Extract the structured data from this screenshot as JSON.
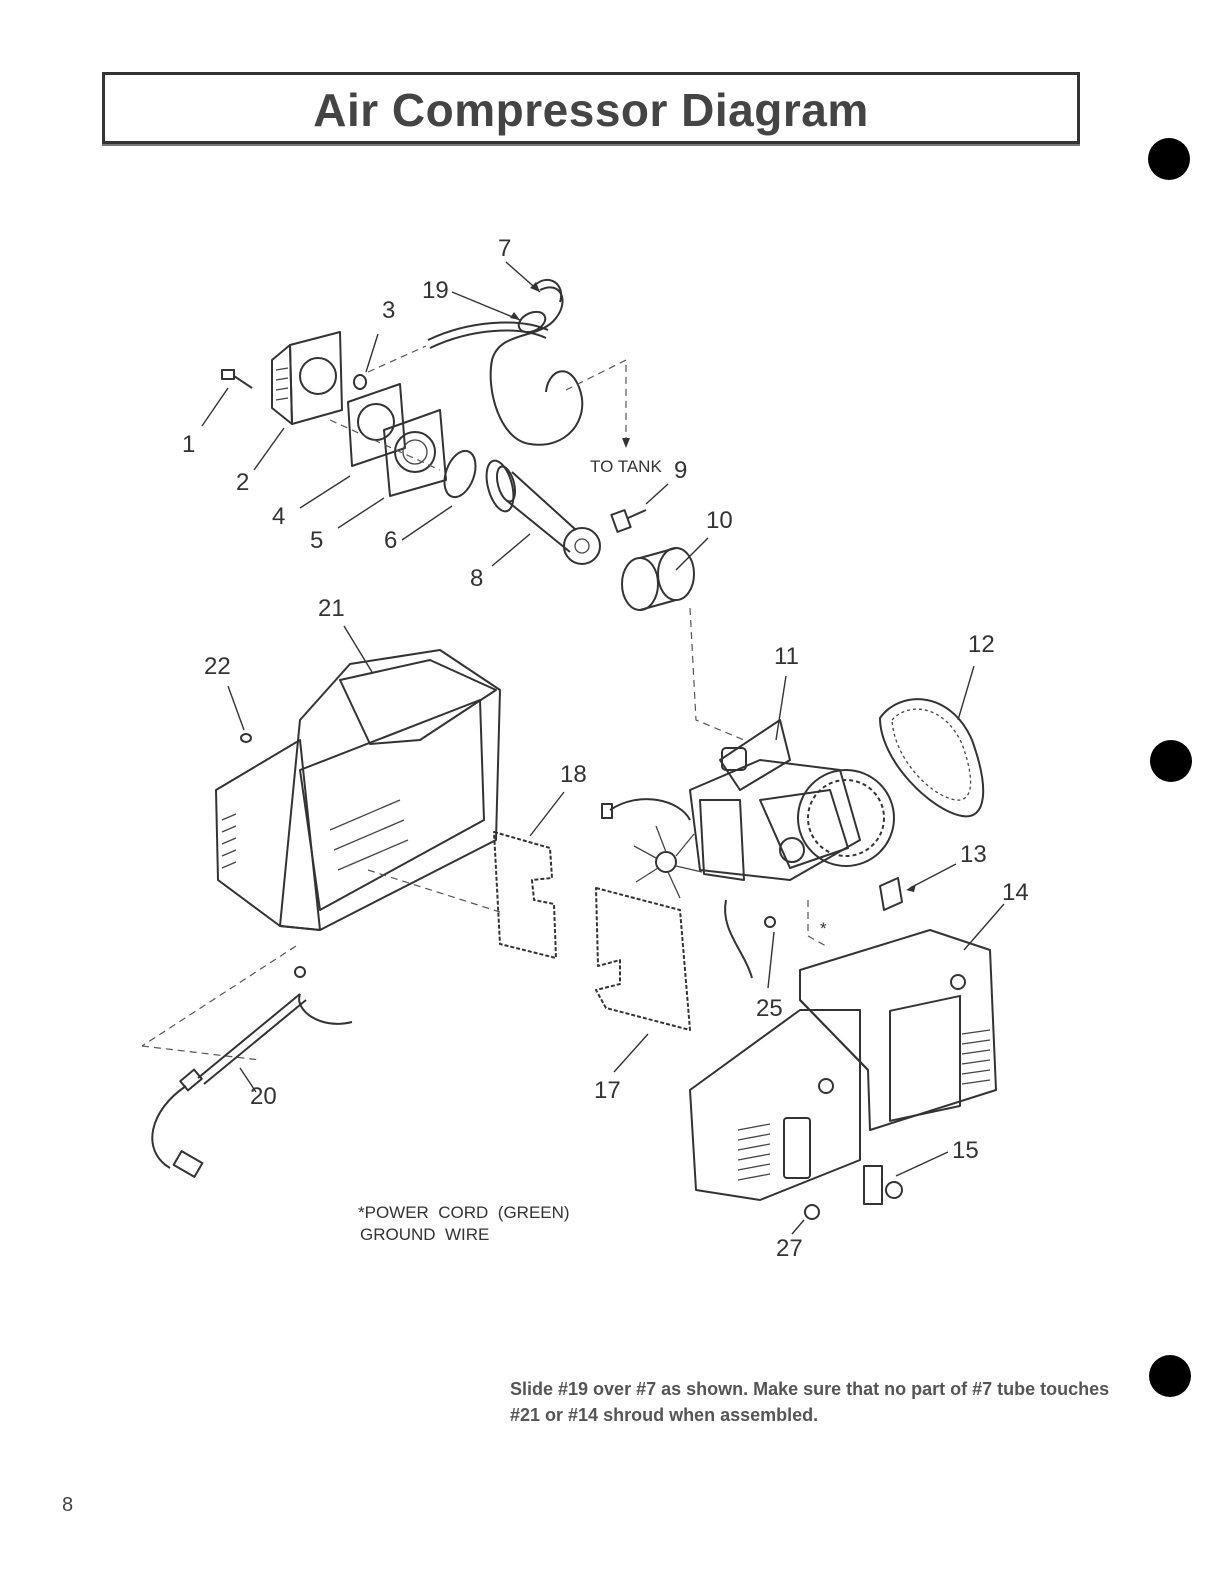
{
  "title": "Air Compressor Diagram",
  "part_labels": {
    "p1": "1",
    "p2": "2",
    "p3": "3",
    "p4": "4",
    "p5": "5",
    "p6": "6",
    "p7": "7",
    "p8": "8",
    "p9": "9",
    "p10": "10",
    "p11": "11",
    "p12": "12",
    "p13": "13",
    "p14": "14",
    "p15": "15",
    "p17": "17",
    "p18": "18",
    "p19": "19",
    "p20": "20",
    "p21": "21",
    "p22": "22",
    "p25": "25",
    "p27": "27"
  },
  "to_tank": "TO TANK",
  "asterisk": "*",
  "power_cord_note": {
    "line1": "*POWER  CORD  (GREEN)",
    "line2": "GROUND  WIRE"
  },
  "instruction": "Slide #19 over #7 as shown.  Make sure that no part of #7 tube touches #21 or #14 shroud when assembled.",
  "page_number": "8",
  "colors": {
    "ink": "#333333",
    "binder_hole": "#000000"
  }
}
